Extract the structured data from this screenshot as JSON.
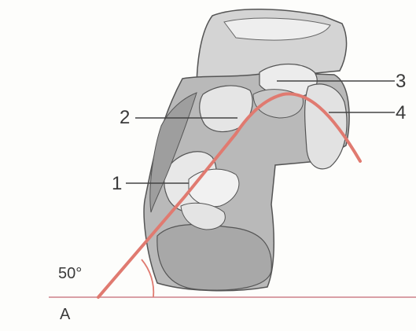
{
  "labels": {
    "l1": "1",
    "l2": "2",
    "l3": "3",
    "l4": "4",
    "angle": "50°",
    "point": "A"
  },
  "colors": {
    "bone_light": "#e6e6e6",
    "bone_mid": "#bdbdbd",
    "bone_dark": "#8f8f8f",
    "arch_line": "#e07a70",
    "ground_line": "#d9a0a6",
    "text": "#3a3a3a"
  }
}
